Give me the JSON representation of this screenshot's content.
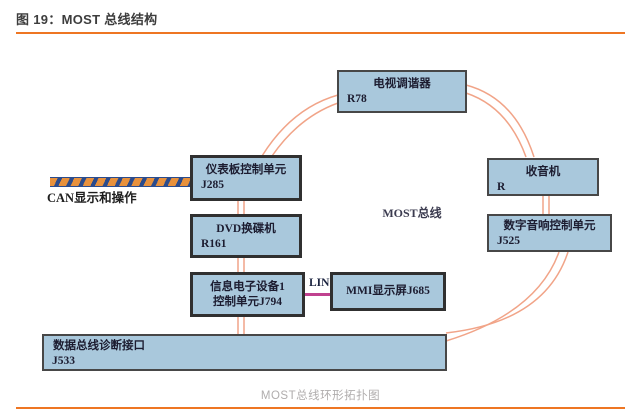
{
  "figure": {
    "title": "图 19：MOST 总线结构",
    "caption": "MOST总线环形拓扑图"
  },
  "diagram": {
    "center_label": "MOST总线",
    "can_bus_label": "CAN显示和操作",
    "lin_label": "LIN",
    "nodes": {
      "tv_tuner": {
        "name": "电视调谐器",
        "code": "R78"
      },
      "instrument_panel": {
        "name": "仪表板控制单元",
        "code": "J285"
      },
      "dvd_changer": {
        "name": "DVD换碟机",
        "code": "R161"
      },
      "infotainment_unit": {
        "name": "信息电子设备1",
        "code": "控制单元J794"
      },
      "mmi_display": {
        "name": "MMI显示屏J685"
      },
      "radio": {
        "name": "收音机",
        "code": "R"
      },
      "digital_audio": {
        "name": "数字音响控制单元",
        "code": "J525"
      },
      "diag_interface": {
        "name": "数据总线诊断接口",
        "code": "J533"
      }
    }
  },
  "colors": {
    "rule_orange": "#ee7623",
    "box_fill": "#a9c8dc",
    "box_border": "#3a3a3a",
    "most_ring_salmon": "#f1a488",
    "lin_pink": "#c0418f",
    "can_band_orange": "#e8913c",
    "can_band_stripe_navy": "#2a4b8d",
    "caption_gray": "#b0adad"
  }
}
